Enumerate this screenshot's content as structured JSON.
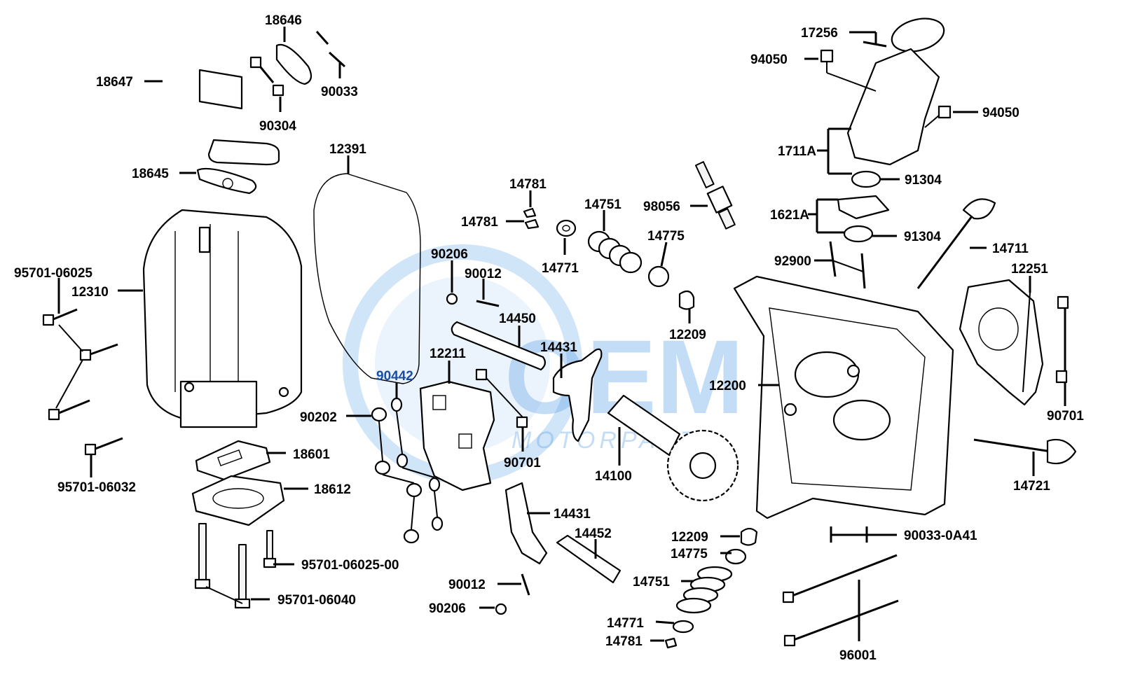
{
  "watermark": {
    "brand": "OEM",
    "sub": "MOTORPARTS"
  },
  "labels": [
    "18646",
    "18647",
    "90033",
    "90304",
    "12391",
    "18645",
    "95701-06025",
    "12310",
    "90206",
    "90012",
    "14781",
    "14781",
    "14751",
    "98056",
    "14775",
    "14771",
    "14450",
    "12211",
    "90442",
    "90202",
    "14431",
    "12209",
    "18601",
    "18612",
    "90701",
    "14100",
    "95701-06032",
    "14431",
    "14452",
    "95701-06025-00",
    "90012",
    "95701-06040",
    "90206",
    "12209",
    "14775",
    "14751",
    "14771",
    "14781",
    "17256",
    "94050",
    "94050",
    "1711A",
    "91304",
    "1621A",
    "91304",
    "92900",
    "14711",
    "12251",
    "12200",
    "90701",
    "14721",
    "90033-0A41",
    "96001"
  ]
}
